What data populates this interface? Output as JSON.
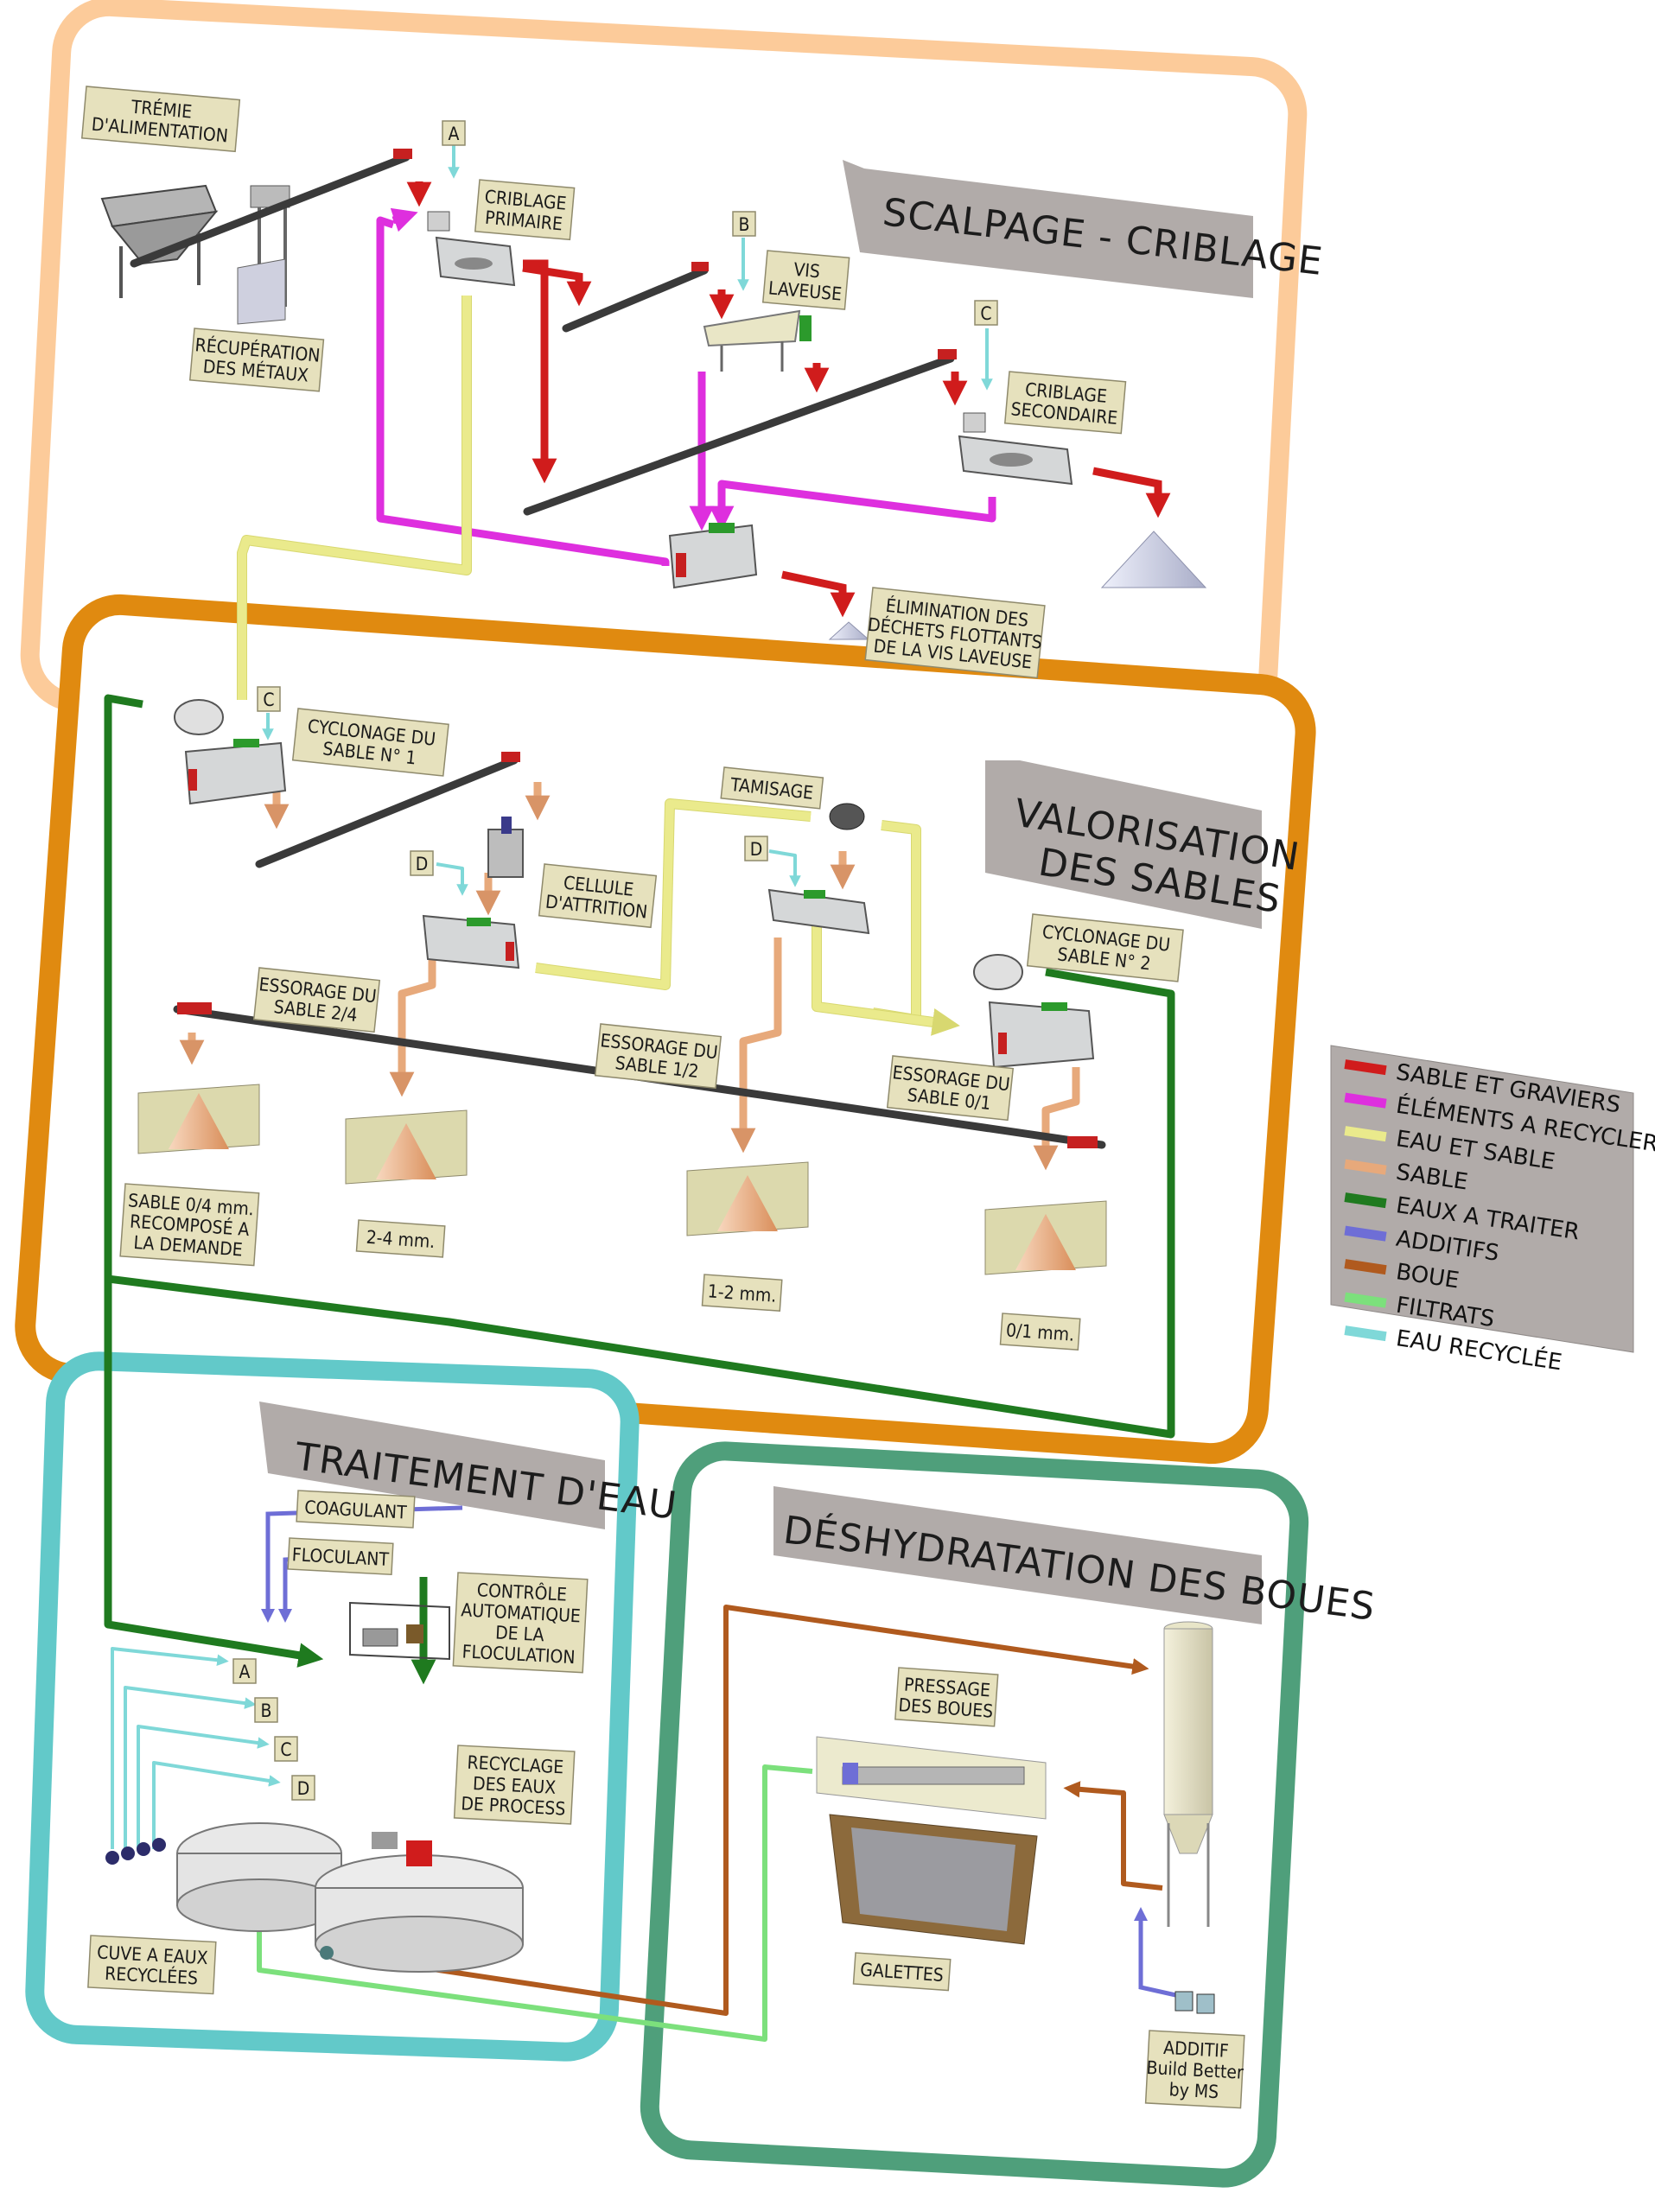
{
  "colors": {
    "sable_graviers": "#d01c1c",
    "elements_recycler": "#de2fde",
    "eau_sable": "#eaea8c",
    "sable": "#e7a97b",
    "eaux_traiter": "#1f7a1f",
    "additifs": "#6e6ed6",
    "boue": "#b05a1e",
    "filtrats": "#7ce07c",
    "eau_recyclee": "#7fd8d8",
    "zone_scalpage": "#fccb9a",
    "zone_valorisation": "#e08a10",
    "zone_traitement": "#62c9c9",
    "zone_deshydratation": "#4f9f7b"
  },
  "zones": {
    "scalpage": "SCALPAGE - CRIBLAGE",
    "valorisation_1": "VALORISATION",
    "valorisation_2": "DES SABLES",
    "traitement": "TRAITEMENT D'EAU",
    "deshydratation": "DÉSHYDRATATION DES BOUES"
  },
  "labels": {
    "tremie": [
      "TRÉMIE",
      "D'ALIMENTATION"
    ],
    "recup": [
      "RÉCUPÉRATION",
      "DES MÉTAUX"
    ],
    "criblage_primaire": [
      "CRIBLAGE",
      "PRIMAIRE"
    ],
    "vis_laveuse": [
      "VIS",
      "LAVEUSE"
    ],
    "criblage_secondaire": [
      "CRIBLAGE",
      "SECONDAIRE"
    ],
    "elimination": [
      "ÉLIMINATION DES",
      "DÉCHETS FLOTTANTS",
      "DE LA VIS LAVEUSE"
    ],
    "cyclonage1": [
      "CYCLONAGE DU",
      "SABLE N° 1"
    ],
    "cellule": [
      "CELLULE",
      "D'ATTRITION"
    ],
    "tamisage": [
      "TAMISAGE"
    ],
    "cyclonage2": [
      "CYCLONAGE DU",
      "SABLE N° 2"
    ],
    "essorage24": [
      "ESSORAGE DU",
      "SABLE 2/4"
    ],
    "essorage12": [
      "ESSORAGE DU",
      "SABLE 1/2"
    ],
    "essorage01": [
      "ESSORAGE DU",
      "SABLE 0/1"
    ],
    "sable04": [
      "SABLE 0/4 mm.",
      "RECOMPOSÉ A",
      "LA DEMANDE"
    ],
    "s24": [
      "2-4 mm."
    ],
    "s12": [
      "1-2 mm."
    ],
    "s01": [
      "0/1 mm."
    ],
    "coagulant": [
      "COAGULANT"
    ],
    "floculant": [
      "FLOCULANT"
    ],
    "controle": [
      "CONTRÔLE",
      "AUTOMATIQUE",
      "DE LA",
      "FLOCULATION"
    ],
    "recyclage": [
      "RECYCLAGE",
      "DES EAUX",
      "DE PROCESS"
    ],
    "cuve": [
      "CUVE A EAUX",
      "RECYCLÉES"
    ],
    "pressage": [
      "PRESSAGE",
      "DES BOUES"
    ],
    "galettes": [
      "GALETTES"
    ],
    "additif": [
      "ADDITIF",
      "Build Better",
      "by MS"
    ]
  },
  "letters": {
    "a": "A",
    "b": "B",
    "c": "C",
    "d": "D"
  },
  "legend": [
    {
      "label": "SABLE ET GRAVIERS",
      "color": "#d01c1c"
    },
    {
      "label": "ÉLÉMENTS A RECYCLER",
      "color": "#de2fde"
    },
    {
      "label": "EAU ET SABLE",
      "color": "#eaea8c"
    },
    {
      "label": "SABLE",
      "color": "#e7a97b"
    },
    {
      "label": "EAUX A TRAITER",
      "color": "#1f7a1f"
    },
    {
      "label": "ADDITIFS",
      "color": "#6e6ed6"
    },
    {
      "label": "BOUE",
      "color": "#b05a1e"
    },
    {
      "label": "FILTRATS",
      "color": "#7ce07c"
    },
    {
      "label": "EAU RECYCLÉE",
      "color": "#7fd8d8"
    }
  ]
}
